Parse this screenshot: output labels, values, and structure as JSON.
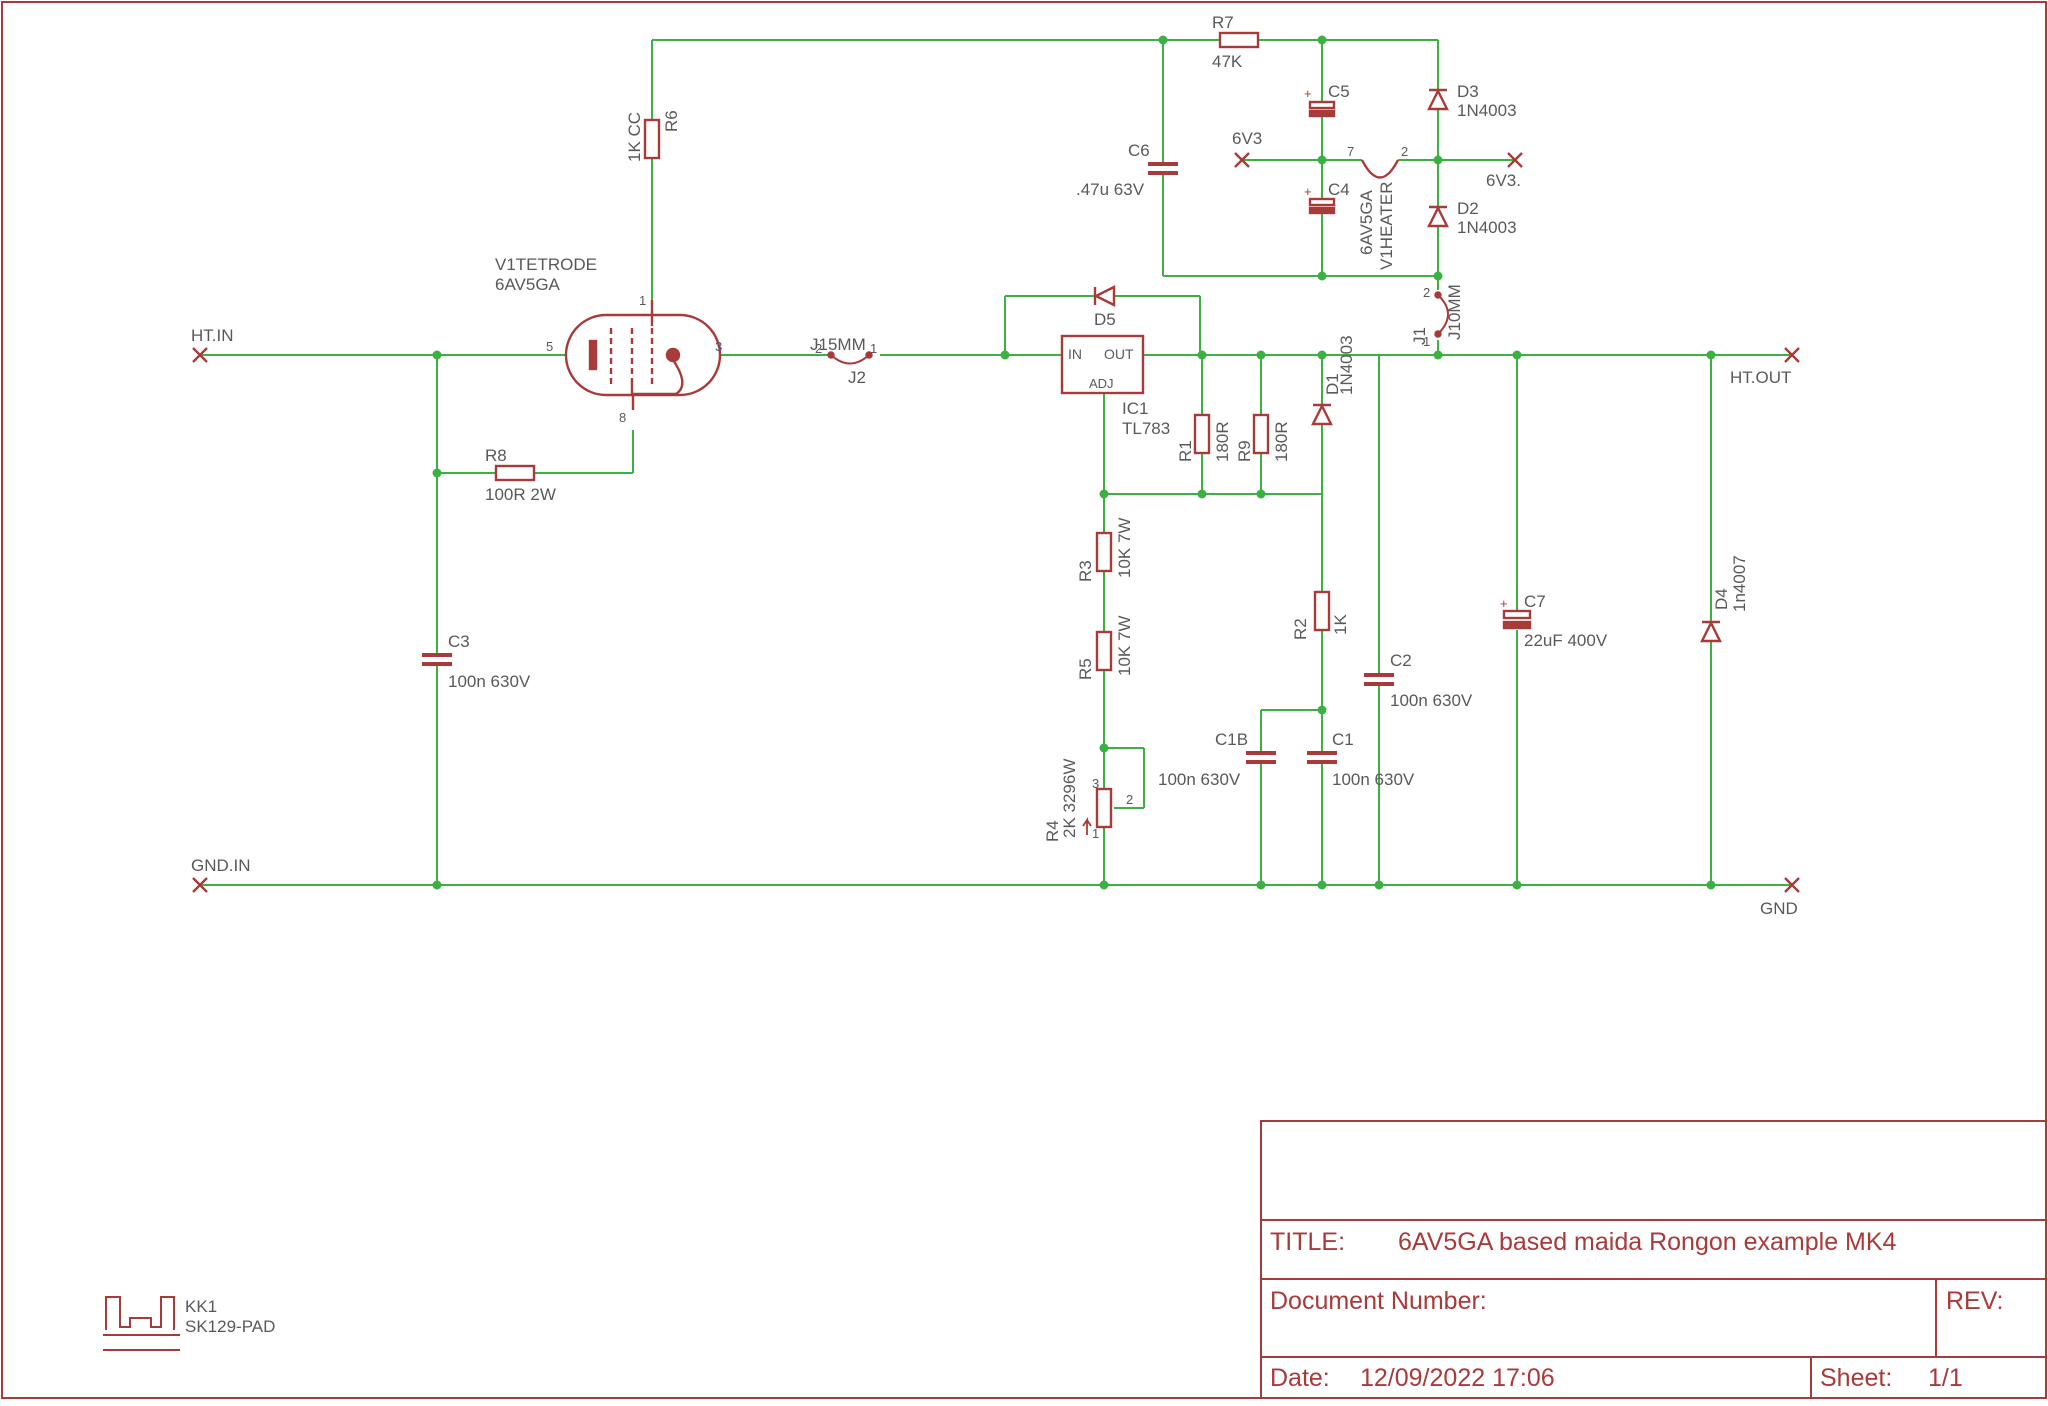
{
  "title_block": {
    "title_label": "TITLE:",
    "title_value": "6AV5GA based maida Rongon example MK4",
    "docnum_label": "Document Number:",
    "rev_label": "REV:",
    "date_label": "Date:",
    "date_value": "12/09/2022 17:06",
    "sheet_label": "Sheet:",
    "sheet_value": "1/1"
  },
  "nets": {
    "ht_in": "HT.IN",
    "gnd_in": "GND.IN",
    "ht_out": "HT.OUT",
    "gnd": "GND",
    "v63_left": "6V3",
    "v63_right": "6V3."
  },
  "parts": {
    "v1": {
      "name": "V1TETRODE",
      "value": "6AV5GA",
      "pin5": "5",
      "pin3": "3",
      "pin1": "1",
      "pin8": "8"
    },
    "r6": {
      "name": "R6",
      "value": "1K CC"
    },
    "r8": {
      "name": "R8",
      "value": "100R 2W"
    },
    "c3": {
      "name": "C3",
      "value": "100n 630V"
    },
    "j2": {
      "name": "J2",
      "value": "J15MM",
      "pin2": "2",
      "pin1": "1"
    },
    "r7": {
      "name": "R7",
      "value": "47K"
    },
    "c6": {
      "name": "C6",
      "value": ".47u 63V"
    },
    "c5": {
      "name": "C5"
    },
    "c4": {
      "name": "C4"
    },
    "heater": {
      "name": "6AV5GA",
      "value": "V1HEATER",
      "pin7": "7",
      "pin2": "2"
    },
    "d3": {
      "name": "D3",
      "value": "1N4003"
    },
    "d2": {
      "name": "D2",
      "value": "1N4003"
    },
    "j1": {
      "name": "J1",
      "value": "J10MM",
      "pin2": "2",
      "pin1": "1"
    },
    "d5": {
      "name": "D5"
    },
    "ic1": {
      "name": "IC1",
      "value": "TL783",
      "in": "IN",
      "out": "OUT",
      "adj": "ADJ"
    },
    "r1": {
      "name": "R1",
      "value": "180R"
    },
    "r9": {
      "name": "R9",
      "value": "180R"
    },
    "d1": {
      "name": "D1",
      "value": "1N4003"
    },
    "r3": {
      "name": "R3",
      "value": "10K 7W"
    },
    "r5": {
      "name": "R5",
      "value": "10K 7W"
    },
    "r4": {
      "name": "R4",
      "value": "2K 3296W",
      "pin3": "3",
      "pin2": "2",
      "pin1": "1"
    },
    "r2": {
      "name": "R2",
      "value": "1K"
    },
    "c2": {
      "name": "C2",
      "value": "100n 630V"
    },
    "c1b": {
      "name": "C1B",
      "value": "100n 630V"
    },
    "c1": {
      "name": "C1",
      "value": "100n 630V"
    },
    "c7": {
      "name": "C7",
      "value": "22uF 400V"
    },
    "d4": {
      "name": "D4",
      "value": "1n4007"
    },
    "kk1": {
      "name": "KK1",
      "value": "SK129-PAD"
    }
  },
  "colors": {
    "wire": "#3cb043",
    "symbol": "#a83a3a",
    "text": "#595959"
  }
}
